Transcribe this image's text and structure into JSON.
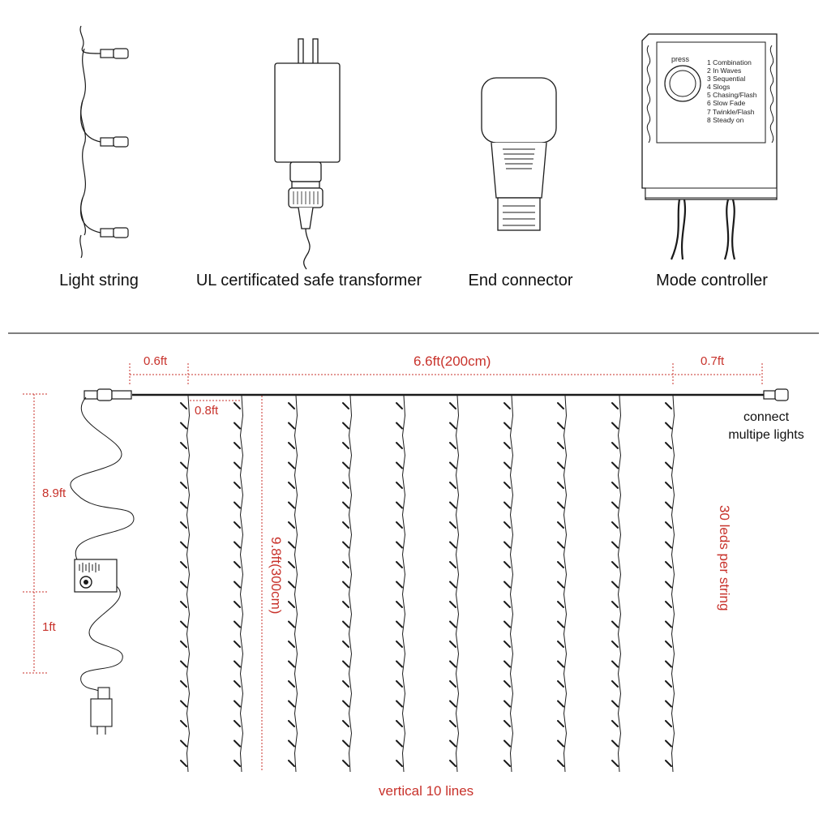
{
  "components": {
    "light_string": "Light string",
    "transformer": "UL certificated safe transformer",
    "end_connector": "End connector",
    "mode_controller": "Mode controller"
  },
  "controller": {
    "press": "press",
    "modes": [
      "1 Combination",
      "2 In Waves",
      "3 Sequential",
      "4 Slogs",
      "5 Chasing/Flash",
      "6 Slow Fade",
      "7 Twinkle/Flash",
      "8 Steady on"
    ]
  },
  "dimensions": {
    "left_lead": "0.6ft",
    "width": "6.6ft(200cm)",
    "right_lead": "0.7ft",
    "spacing": "0.8ft",
    "cable_upper": "8.9ft",
    "cable_lower": "1ft",
    "drop_height": "9.8ft(300cm)",
    "leds_per_string": "30 leds per string",
    "vertical_lines": "vertical 10 lines"
  },
  "connect_note": [
    "connect",
    "multipe lights"
  ],
  "colors": {
    "dimension_red": "#c8322b",
    "line_dark": "#1a1a1a"
  }
}
